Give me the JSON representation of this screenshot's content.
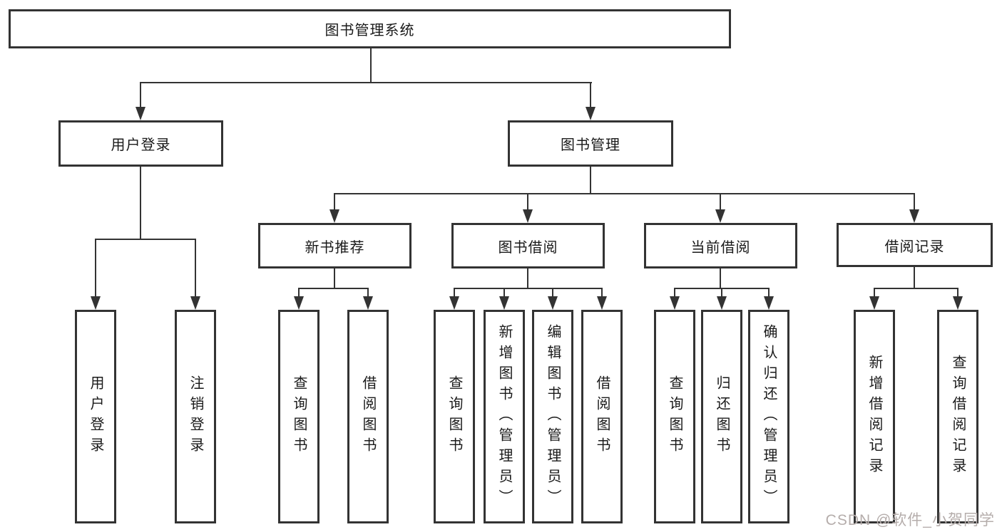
{
  "diagram": {
    "title_node": {
      "label": "图书管理系统"
    },
    "level2": [
      {
        "label": "用户登录"
      },
      {
        "label": "图书管理"
      }
    ],
    "level3": [
      {
        "label": "新书推荐"
      },
      {
        "label": "图书借阅"
      },
      {
        "label": "当前借阅"
      },
      {
        "label": "借阅记录"
      }
    ],
    "leaves": {
      "user_login": [
        "用户登录",
        "注销登录"
      ],
      "new_books": [
        "查询图书",
        "借阅图书"
      ],
      "borrowing": [
        "查询图书",
        "新增图书（管理员）",
        "编辑图书（管理员）",
        "借阅图书"
      ],
      "current": [
        "查询图书",
        "归还图书",
        "确认归还（管理员）"
      ],
      "records": [
        "新增借阅记录",
        "查询借阅记录"
      ]
    }
  },
  "watermark": {
    "text": "CSDN @软件_小贺同学"
  },
  "colors": {
    "line": "#333333",
    "text": "#1a1a1a",
    "bg": "#ffffff",
    "watermark": "#b5adab"
  }
}
